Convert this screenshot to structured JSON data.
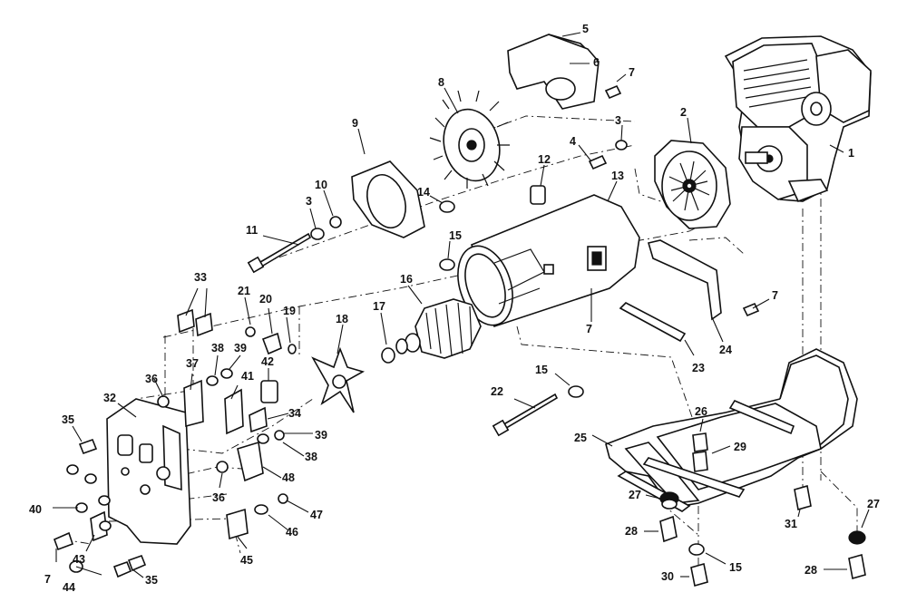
{
  "callouts": [
    {
      "label": "1"
    },
    {
      "label": "2"
    },
    {
      "label": "3"
    },
    {
      "label": "3"
    },
    {
      "label": "4"
    },
    {
      "label": "5"
    },
    {
      "label": "6"
    },
    {
      "label": "7"
    },
    {
      "label": "7"
    },
    {
      "label": "7"
    },
    {
      "label": "7"
    },
    {
      "label": "8"
    },
    {
      "label": "9"
    },
    {
      "label": "10"
    },
    {
      "label": "11"
    },
    {
      "label": "12"
    },
    {
      "label": "13"
    },
    {
      "label": "14"
    },
    {
      "label": "15"
    },
    {
      "label": "15"
    },
    {
      "label": "15"
    },
    {
      "label": "16"
    },
    {
      "label": "17"
    },
    {
      "label": "18"
    },
    {
      "label": "19"
    },
    {
      "label": "20"
    },
    {
      "label": "21"
    },
    {
      "label": "22"
    },
    {
      "label": "23"
    },
    {
      "label": "24"
    },
    {
      "label": "25"
    },
    {
      "label": "26"
    },
    {
      "label": "27"
    },
    {
      "label": "27"
    },
    {
      "label": "28"
    },
    {
      "label": "28"
    },
    {
      "label": "29"
    },
    {
      "label": "30"
    },
    {
      "label": "31"
    },
    {
      "label": "32"
    },
    {
      "label": "33"
    },
    {
      "label": "34"
    },
    {
      "label": "35"
    },
    {
      "label": "35"
    },
    {
      "label": "36"
    },
    {
      "label": "36"
    },
    {
      "label": "37"
    },
    {
      "label": "38"
    },
    {
      "label": "38"
    },
    {
      "label": "39"
    },
    {
      "label": "39"
    },
    {
      "label": "40"
    },
    {
      "label": "41"
    },
    {
      "label": "42"
    },
    {
      "label": "43"
    },
    {
      "label": "44"
    },
    {
      "label": "45"
    },
    {
      "label": "46"
    },
    {
      "label": "47"
    },
    {
      "label": "48"
    }
  ]
}
